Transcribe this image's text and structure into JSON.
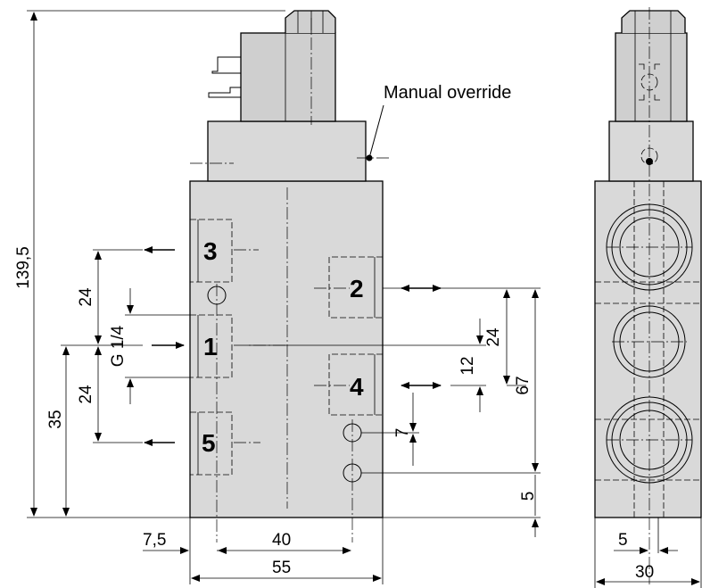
{
  "ports": {
    "p1": "1",
    "p2": "2",
    "p3": "3",
    "p4": "4",
    "p5": "5"
  },
  "annotation": {
    "manual_override": "Manual override"
  },
  "dimensions": {
    "overall_height": "139,5",
    "port_spacing_upper": "24",
    "port_thread": "G 1/4",
    "port_spacing_lower": "24",
    "port1_height": "35",
    "right_spacing": "24",
    "right_offset": "12",
    "right_height": "67",
    "mount_offset": "7",
    "bottom_offset": "5",
    "edge_offset": "7,5",
    "hole_spacing": "40",
    "body_width": "55",
    "side_offset": "5",
    "side_width": "30"
  }
}
